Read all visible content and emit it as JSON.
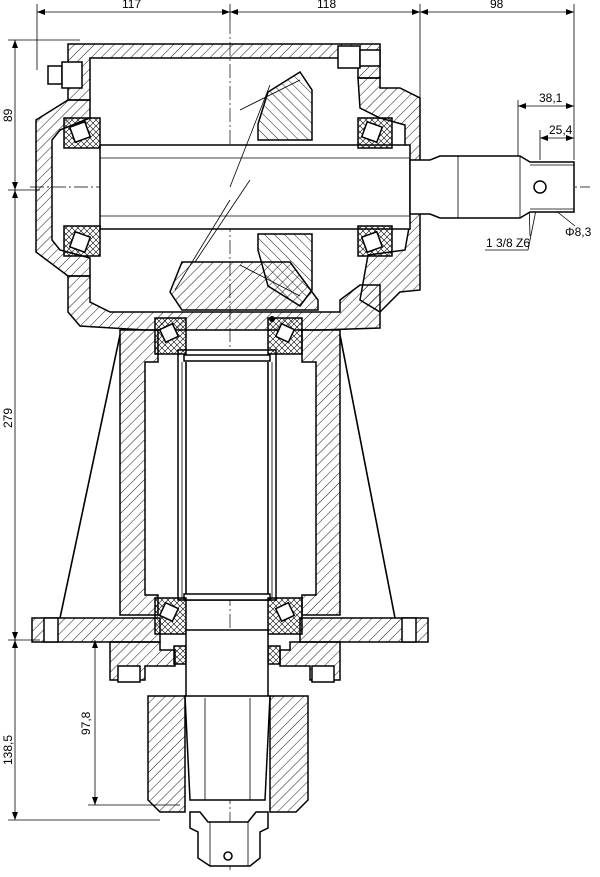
{
  "drawing": {
    "dimensions": {
      "top_left_width": "117",
      "top_mid_width": "118",
      "top_right_width": "98",
      "shaft_length": "38,1",
      "spline_length": "25,4",
      "hole_diameter": "Φ8,3",
      "spline_spec": "1 3/8 Z6",
      "left_top_height": "89",
      "left_mid_height": "279",
      "left_bottom_height": "138,5",
      "output_shaft_height": "97,8"
    }
  }
}
